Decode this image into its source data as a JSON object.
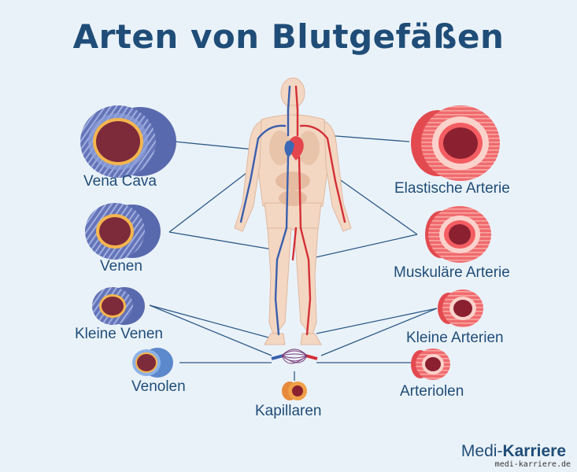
{
  "title": "Arten von Blutgefäßen",
  "labels": {
    "vena_cava": "Vena Cava",
    "venen": "Venen",
    "kleine_venen": "Kleine Venen",
    "venolen": "Venolen",
    "kapillaren": "Kapillaren",
    "elastische_arterie": "Elastische Arterie",
    "muskulaere_arterie": "Muskuläre Arterie",
    "kleine_arterien": "Kleine Arterien",
    "arteriolen": "Arteriolen"
  },
  "brand": {
    "part1": "Medi-",
    "part2": "Karriere",
    "site": "medi-karriere.de"
  },
  "colors": {
    "title": "#1f4d78",
    "vein_wall": "#6d7bbf",
    "artery_wall": "#ef5a5f",
    "lumen": "#7d2a3a",
    "connector_line": "#2d5a88"
  }
}
